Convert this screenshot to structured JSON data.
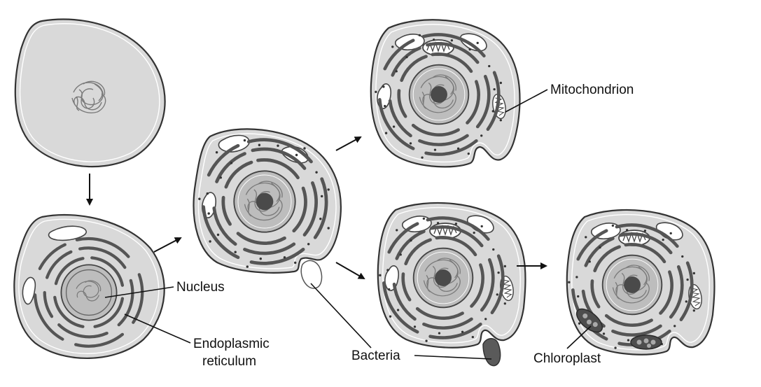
{
  "labels": {
    "nucleus": "Nucleus",
    "endoplasmic_reticulum_line1": "Endoplasmic",
    "endoplasmic_reticulum_line2": "reticulum",
    "mitochondrion": "Mitochondrion",
    "bacteria": "Bacteria",
    "chloroplast": "Chloroplast"
  },
  "colors": {
    "cytoplasm": "#d9d9d9",
    "outline": "#333333",
    "organelle_dark": "#555555",
    "background": "#ffffff"
  }
}
